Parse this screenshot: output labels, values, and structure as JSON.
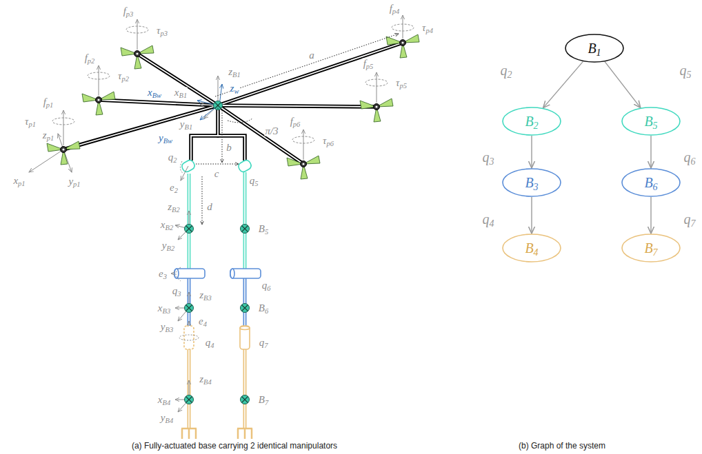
{
  "diagram": {
    "nodes": [
      {
        "text": [
          "B1"
        ]
      },
      {
        "text": [
          "B2"
        ]
      },
      {
        "text": [
          "B5"
        ]
      },
      {
        "text": [
          "B3"
        ]
      },
      {
        "text": [
          "B6"
        ]
      },
      {
        "text": [
          "B4"
        ]
      },
      {
        "text": [
          "B7"
        ]
      }
    ],
    "edges": [
      {
        "from": 0,
        "to": 1,
        "label": "q2",
        "arrow": "to"
      },
      {
        "from": 1,
        "to": 3,
        "label": "q3",
        "arrow": "to"
      },
      {
        "from": 3,
        "to": 5,
        "label": "q4",
        "arrow": "to"
      },
      {
        "from": 0,
        "to": 2,
        "label": "q5",
        "arrow": "to"
      },
      {
        "from": 2,
        "to": 4,
        "label": "q6",
        "arrow": "to"
      },
      {
        "from": 4,
        "to": 6,
        "label": "q7",
        "arrow": "to"
      }
    ],
    "labels": [
      "fp3",
      "τp3",
      "fp2",
      "τp2",
      "fp1",
      "τp1",
      "zp1",
      "xp1",
      "yp1",
      "fp4",
      "τp4",
      "a",
      "zB1",
      "zw",
      "xBw",
      "xB1",
      "yB1",
      "yBw",
      "fp5",
      "τp5",
      "π/3",
      "b",
      "fp6",
      "τp6",
      "q2",
      "c",
      "q5",
      "e2",
      "d",
      "zB2",
      "xB2",
      "yB2",
      "B5",
      "e3",
      "q3",
      "q6",
      "zB3",
      "xB3",
      "yB3",
      "B6",
      "e4",
      "q4",
      "q7",
      "zB4",
      "xB4",
      "yB4",
      "B7",
      "(a) Fully-actuated base carrying 2 identical manipulators",
      "(b) Graph of the system"
    ]
  }
}
